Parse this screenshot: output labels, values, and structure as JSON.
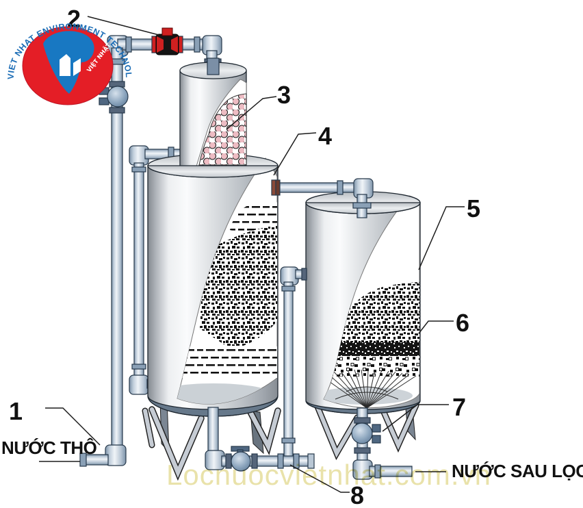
{
  "logo": {
    "arc_text": "VIET NHAT ENVIRONMENT TECHNOLOGY.,JSC",
    "inner_text": "VIỆT NHẬT",
    "colors": {
      "red": "#e41e26",
      "blue": "#1878c2",
      "arc_text_blue": "#1a6cb5"
    }
  },
  "callouts": {
    "c1": "1",
    "c2": "2",
    "c3": "3",
    "c4": "4",
    "c5": "5",
    "c6": "6",
    "c7": "7",
    "c8": "8"
  },
  "labels": {
    "raw_water": "NƯỚC THÔ",
    "filtered_water": "NƯỚC SAU LỌC"
  },
  "watermark": {
    "text": "Locnuocvietnhat.com.vn",
    "color": "#e8e1a6"
  },
  "colors": {
    "valve_red": "#cf2020",
    "flange_red": "#8a4a38",
    "tank_rim": "#66788a",
    "media_pink": "#edbcc3"
  }
}
